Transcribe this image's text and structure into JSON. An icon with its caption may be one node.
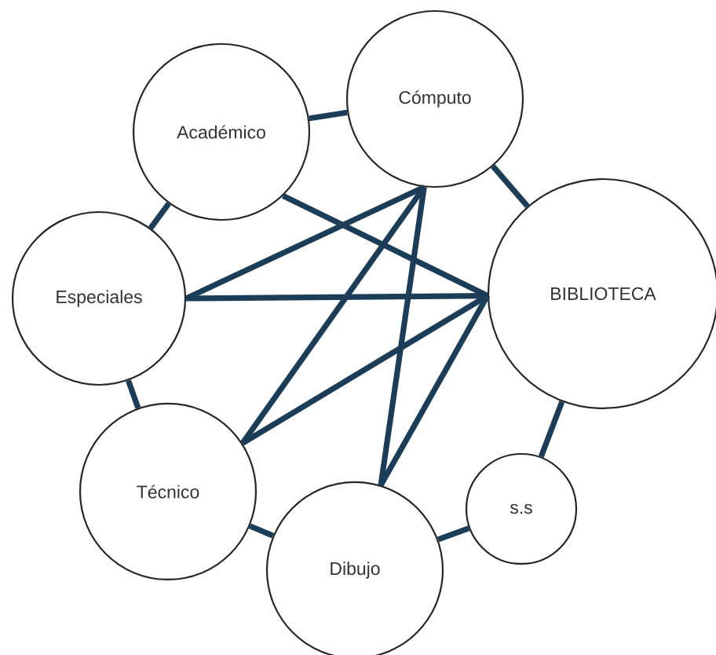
{
  "diagram": {
    "nodes": [
      {
        "text": [
          "Académico"
        ]
      },
      {
        "text": [
          "Cómputo"
        ]
      },
      {
        "text": [
          "Especiales"
        ]
      },
      {
        "text": [
          "BIBLIOTECA"
        ]
      },
      {
        "text": [
          "Técnico"
        ]
      },
      {
        "text": [
          "Dibujo"
        ]
      },
      {
        "text": [
          "s.s"
        ]
      }
    ],
    "edges": [
      {
        "from": 0,
        "to": 1,
        "arrow": "none"
      },
      {
        "from": 1,
        "to": 3,
        "arrow": "none"
      },
      {
        "from": 0,
        "to": 2,
        "arrow": "none"
      },
      {
        "from": 2,
        "to": 4,
        "arrow": "none"
      },
      {
        "from": 4,
        "to": 5,
        "arrow": "none"
      },
      {
        "from": 5,
        "to": 6,
        "arrow": "none"
      },
      {
        "from": 6,
        "to": 3,
        "arrow": "none"
      },
      {
        "from": 0,
        "to": 3,
        "arrow": "none"
      },
      {
        "from": 2,
        "to": 3,
        "arrow": "none"
      },
      {
        "from": 2,
        "to": 1,
        "arrow": "none"
      },
      {
        "from": 1,
        "to": 4,
        "arrow": "none"
      },
      {
        "from": 4,
        "to": 3,
        "arrow": "none"
      },
      {
        "from": 1,
        "to": 5,
        "arrow": "none"
      },
      {
        "from": 5,
        "to": 3,
        "arrow": "none"
      }
    ]
  }
}
